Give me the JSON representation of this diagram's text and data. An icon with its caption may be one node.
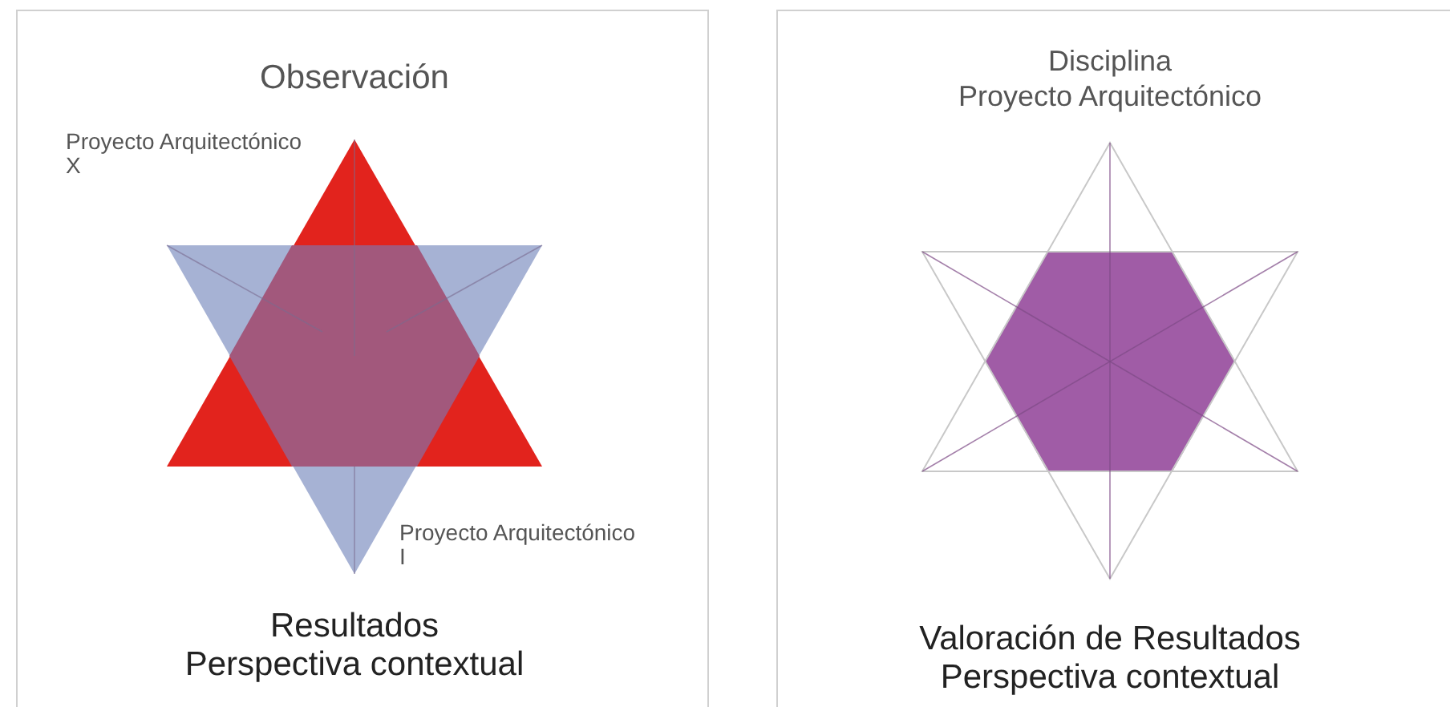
{
  "diagram": {
    "nodes": [
      {
        "text": [
          "Observación",
          "Proyecto Arquitectónico X",
          "Proyecto Arquitectónico I",
          "Resultados",
          "Perspectiva contextual"
        ]
      },
      {
        "text": [
          "Disciplina",
          "Proyecto Arquitectónico",
          "Valoración de Resultados",
          "Perspectiva contextual"
        ]
      }
    ]
  }
}
